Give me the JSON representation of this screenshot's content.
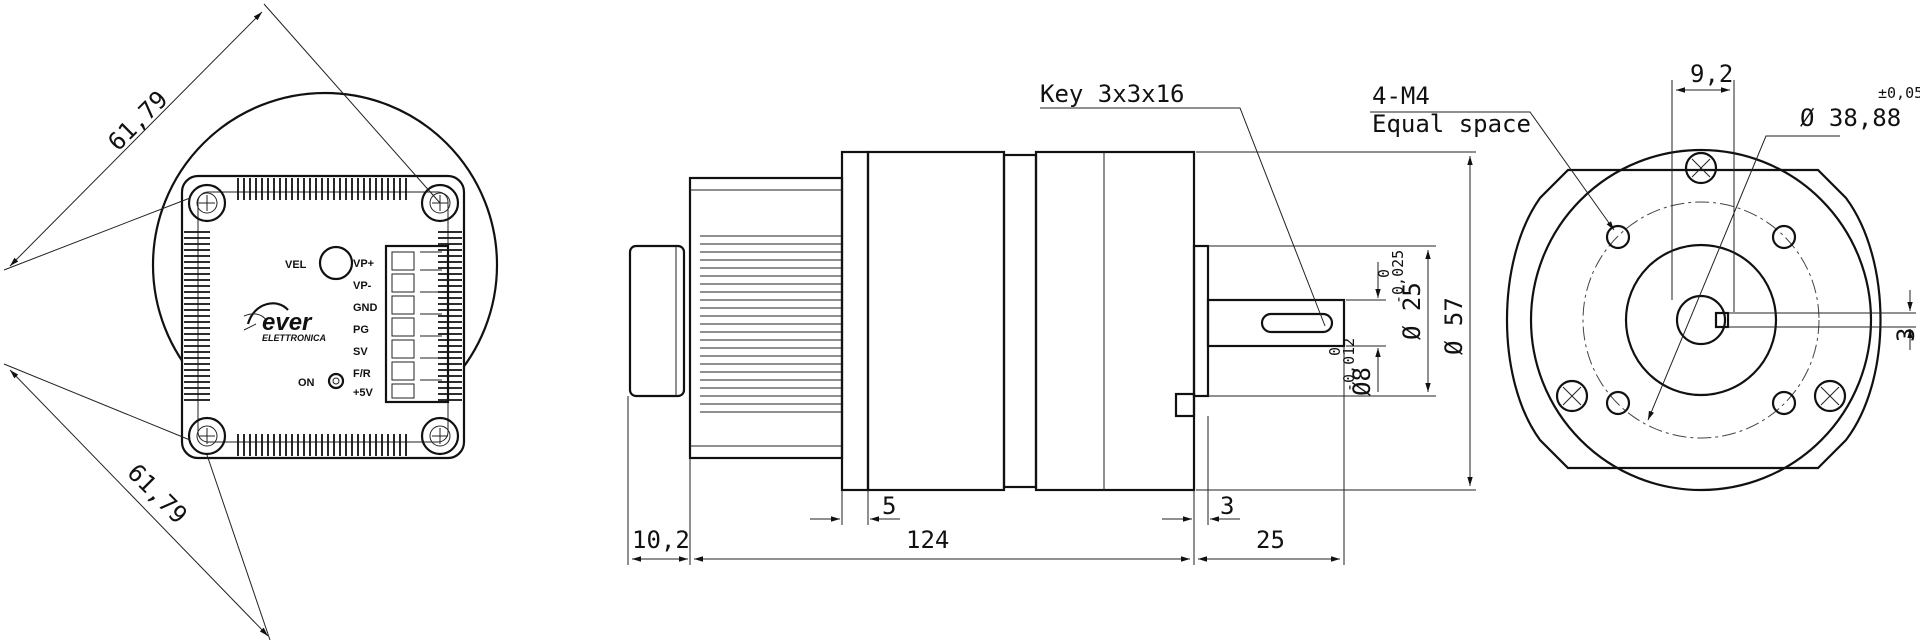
{
  "front_view": {
    "dimensions": {
      "diag_top": "61,79",
      "diag_bottom": "61,79"
    },
    "connector_labels": [
      "VP+",
      "VP-",
      "GND",
      "PG",
      "SV",
      "F/R",
      "+5V"
    ],
    "vel_label": "VEL",
    "on_label": "ON",
    "logo": {
      "brand": "ever",
      "subtitle": "ELETTRONICA"
    }
  },
  "side_view": {
    "key_label": "Key 3x3x16",
    "dimensions": {
      "flange": "5",
      "shaft_step": "3",
      "length_back": "10,2",
      "length_body": "124",
      "shaft_length": "25",
      "dia_pilot": "Ø 25",
      "dia_pilot_tol": "-0,025",
      "dia_pilot_tol2": "0",
      "dia_shaft": "Ø8",
      "dia_shaft_tol": "-0,012",
      "dia_shaft_tol2": "0",
      "dia_body": "Ø 57"
    }
  },
  "end_view": {
    "holes_label_1": "4-M4",
    "holes_label_2": "Equal space",
    "key_offset": "9,2",
    "pcd_label": "Ø 38,88",
    "pcd_tol": "±0,05",
    "key_height": "3"
  }
}
